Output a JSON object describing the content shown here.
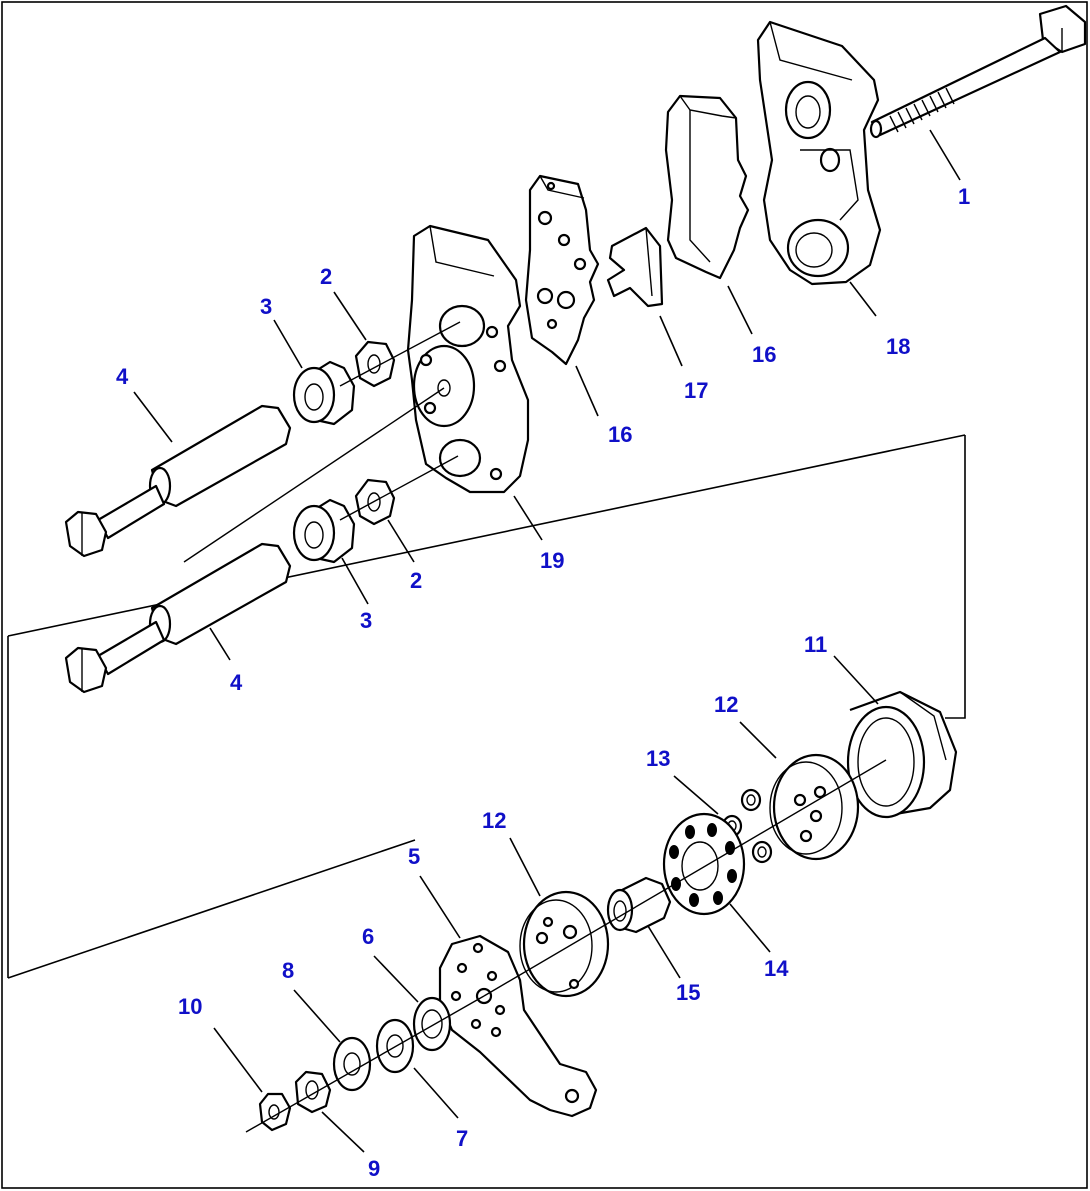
{
  "diagram": {
    "type": "exploded-parts-diagram",
    "callout_color": "#1010c8",
    "callouts": [
      "1",
      "2",
      "3",
      "4",
      "2",
      "3",
      "4",
      "5",
      "6",
      "7",
      "8",
      "9",
      "10",
      "11",
      "12",
      "12",
      "13",
      "14",
      "15",
      "16",
      "16",
      "17",
      "18",
      "19"
    ]
  }
}
